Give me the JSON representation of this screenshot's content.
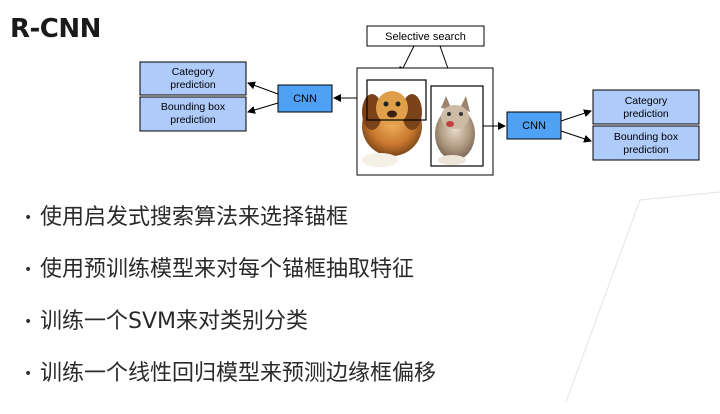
{
  "title": "R-CNN",
  "diagram": {
    "selective_search": "Selective search",
    "cnn_left": "CNN",
    "cnn_right": "CNN",
    "left_outputs": {
      "category": [
        "Category",
        "prediction"
      ],
      "bbox": [
        "Bounding box",
        "prediction"
      ]
    },
    "right_outputs": {
      "category": [
        "Category",
        "prediction"
      ],
      "bbox": [
        "Bounding box",
        "prediction"
      ]
    },
    "images": [
      "dog",
      "cat"
    ]
  },
  "bullets": [
    "使用启发式搜索算法来选择锚框",
    "使用预训练模型来对每个锚框抽取特征",
    "训练一个SVM来对类别分类",
    "训练一个线性回归模型来预测边缘框偏移"
  ],
  "colors": {
    "box_fill": "#aecbfa",
    "cnn_fill": "#4ea1f3",
    "stroke": "#000000"
  }
}
